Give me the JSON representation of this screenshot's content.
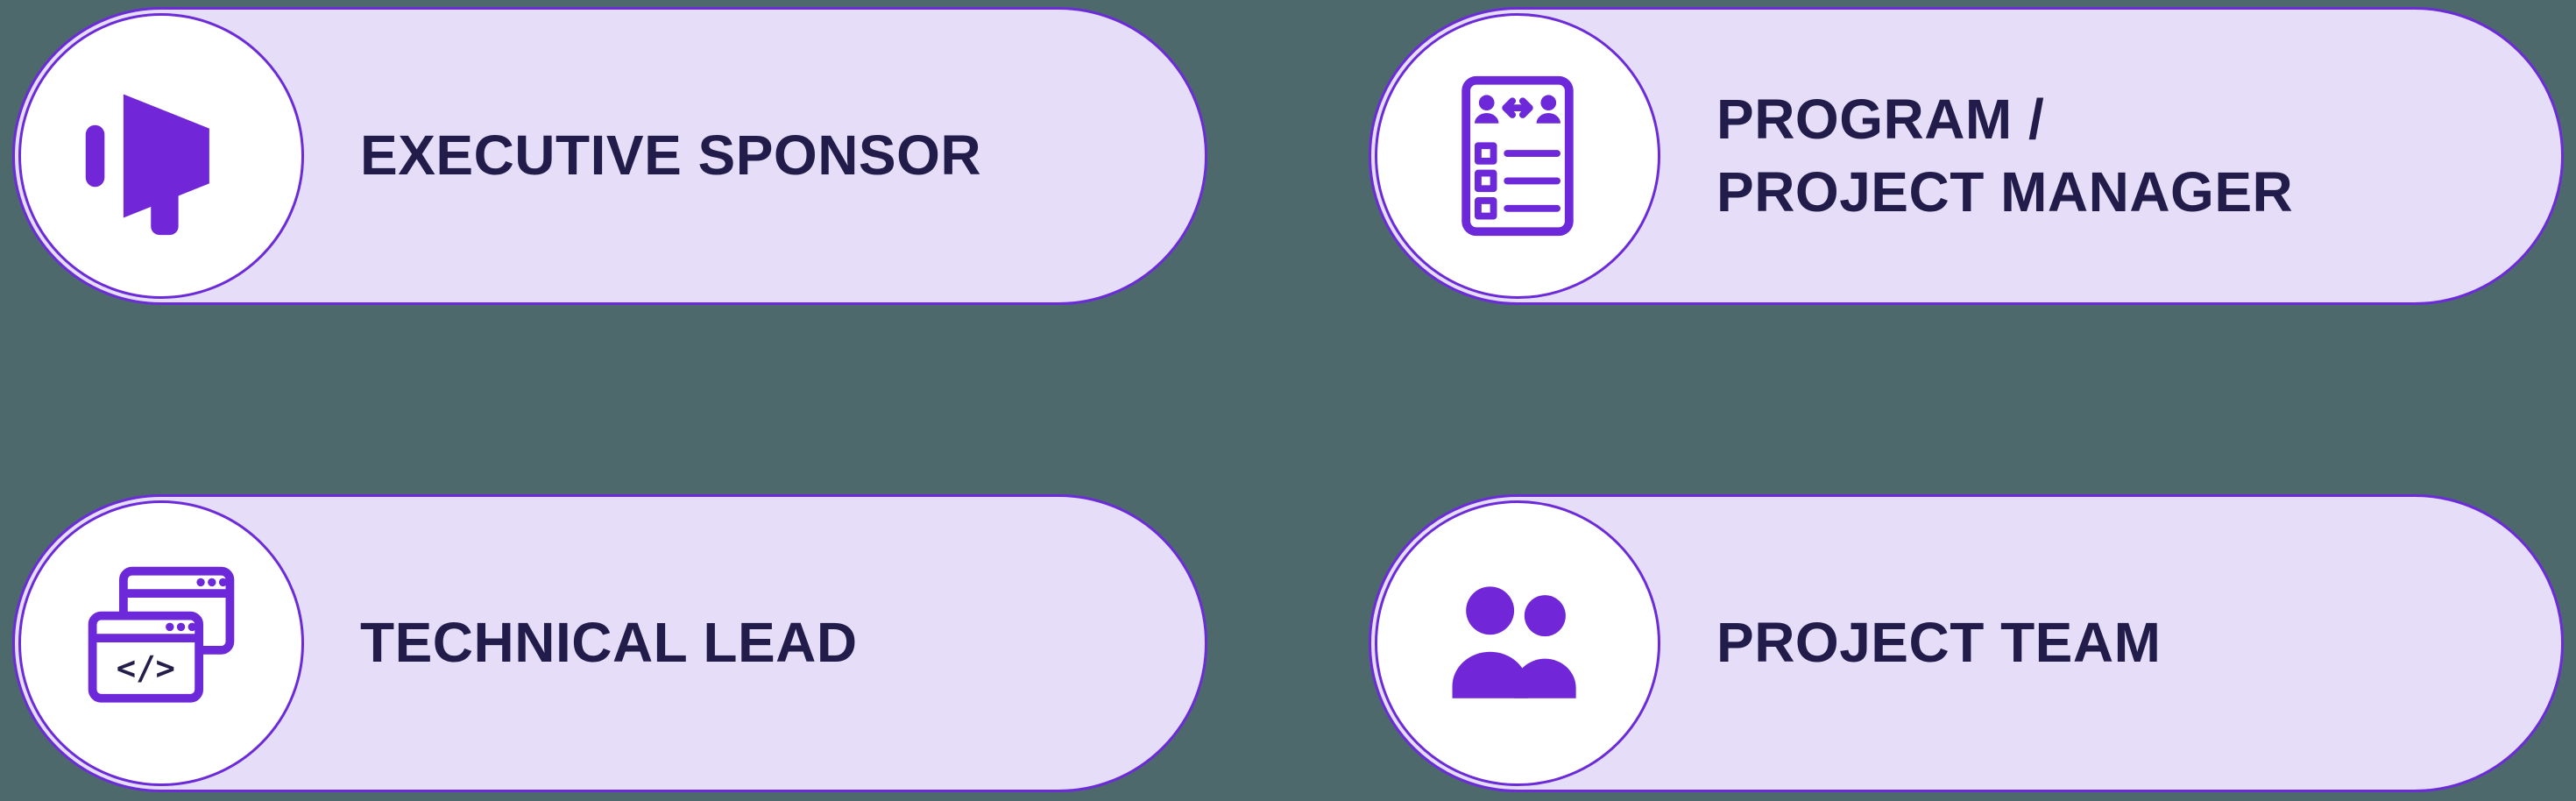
{
  "page": {
    "background_color": "#4e696b",
    "description": "Project roles diagram with four pill-shaped role cards"
  },
  "theme": {
    "card_fill": "#e6def8",
    "card_border": "#6c2bd9",
    "circle_fill": "#ffffff",
    "icon_color": "#7127d8",
    "text_color": "#211c4a"
  },
  "cards": [
    {
      "label": "EXECUTIVE SPONSOR",
      "icon": "megaphone-icon"
    },
    {
      "label": "PROGRAM /\nPROJECT MANAGER",
      "icon": "handover-checklist-icon"
    },
    {
      "label": "TECHNICAL LEAD",
      "icon": "code-windows-icon"
    },
    {
      "label": "PROJECT TEAM",
      "icon": "team-icon"
    }
  ]
}
